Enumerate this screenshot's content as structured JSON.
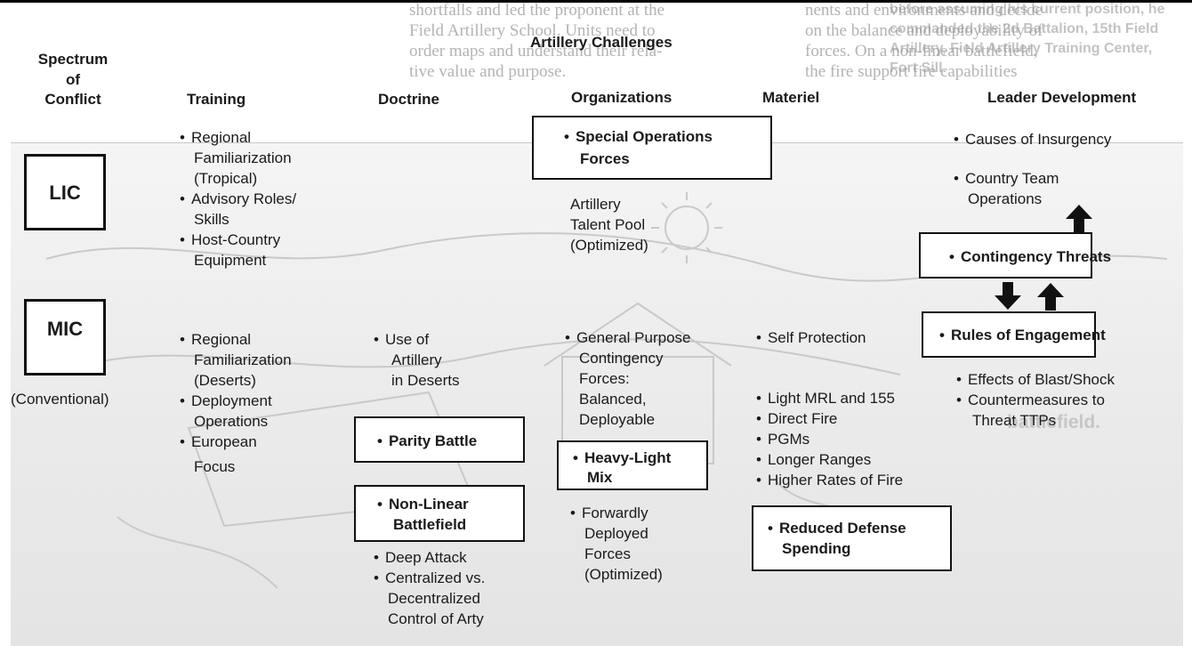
{
  "background_text": {
    "col2_lines": [
      "shortfalls and led the proponent at the",
      "Field Artillery School. Units need to",
      "order maps and understand their rela-",
      "tive value and purpose."
    ],
    "col3_lines": [
      "nents and environments and decide",
      "on the balance and deployability of",
      "forces. On a non-linear battlefield,",
      "the fire support fire capabilities"
    ],
    "col1_lines": [
      "before assuming his current position, he",
      "commanded the 2d Battalion, 15th Field",
      "Artillery, Field Artillery Training Center,",
      "Fort Sill."
    ],
    "ghost_word": "battlefield."
  },
  "title": "Artillery Challenges",
  "headers": {
    "spectrum": [
      "Spectrum",
      "of",
      "Conflict"
    ],
    "training": "Training",
    "doctrine": "Doctrine",
    "organizations": "Organizations",
    "materiel": "Materiel",
    "leader": "Leader Development"
  },
  "spectrum": {
    "lic": "LIC",
    "mic": "MIC",
    "conventional": "(Conventional)"
  },
  "training": {
    "lic_items": [
      [
        "Regional",
        "Familiarization",
        "(Tropical)"
      ],
      [
        "Advisory Roles/",
        "Skills"
      ],
      [
        "Host-Country",
        "Equipment"
      ]
    ],
    "mic_items": [
      [
        "Regional",
        "Familiarization",
        "(Deserts)"
      ],
      [
        "Deployment",
        "Operations"
      ],
      [
        "European",
        "Focus"
      ]
    ]
  },
  "doctrine": {
    "use_of": [
      "Use of",
      "Artillery",
      "in Deserts"
    ],
    "parity_box": "Parity Battle",
    "nonlinear_box": [
      "Non-Linear",
      "Battlefield"
    ],
    "after_items": [
      [
        "Deep Attack"
      ],
      [
        "Centralized vs.",
        "Decentralized",
        "Control of Arty"
      ]
    ]
  },
  "organizations": {
    "sof_box": [
      "Special Operations",
      "Forces"
    ],
    "talent_pool": [
      "Artillery",
      "Talent Pool",
      "(Optimized)"
    ],
    "general": [
      "General Purpose",
      "Contingency",
      "Forces:",
      "Balanced,",
      "Deployable"
    ],
    "heavy_box": [
      "Heavy-Light",
      "Mix"
    ],
    "forward": [
      "Forwardly",
      "Deployed",
      "Forces",
      "(Optimized)"
    ]
  },
  "materiel": {
    "self_protection": "Self Protection",
    "items": [
      "Light MRL and 155",
      "Direct Fire",
      "PGMs",
      "Longer Ranges",
      "Higher Rates of Fire"
    ],
    "reduced_box": [
      "Reduced Defense",
      "Spending"
    ]
  },
  "leader": {
    "causes": "Causes of Insurgency",
    "country_team": [
      "Country Team",
      "Operations"
    ],
    "contingency_box": "Contingency Threats",
    "roe_box": "Rules of Engagement",
    "items": [
      [
        "Effects of Blast/Shock"
      ],
      [
        "Countermeasures to",
        "Threat TTPs"
      ]
    ]
  },
  "colors": {
    "ink": "#111111",
    "panel": "#ececec",
    "bleed": "#9a9a9a"
  }
}
